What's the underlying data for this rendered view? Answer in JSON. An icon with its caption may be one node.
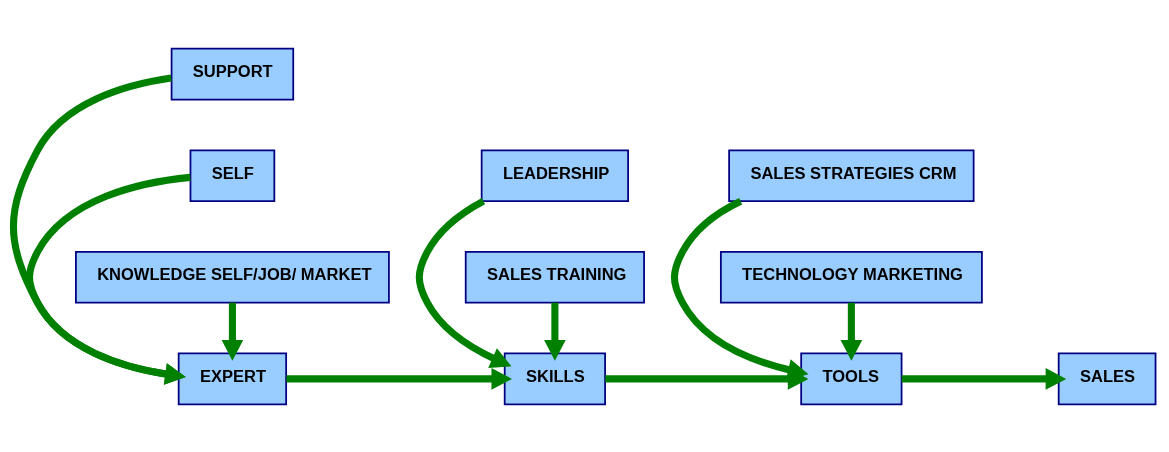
{
  "diagram": {
    "nodes": [
      {
        "text": [
          "SUPPORT"
        ]
      },
      {
        "text": [
          "LEADERSHIP"
        ]
      },
      {
        "text": [
          "SALES STRATEGIES CRM"
        ]
      },
      {
        "text": [
          "SELF"
        ]
      },
      {
        "text": [
          "EXPERT"
        ]
      },
      {
        "text": [
          "SKILLS"
        ]
      },
      {
        "text": [
          "TOOLS"
        ]
      },
      {
        "text": [
          "SALES"
        ]
      },
      {
        "text": [
          "KNOWLEDGE SELF/JOB/ MARKET"
        ]
      },
      {
        "text": [
          "SALES TRAINING"
        ]
      },
      {
        "text": [
          "TECHNOLOGY MARKETING"
        ]
      }
    ],
    "edges": [
      {
        "from": 3,
        "to": 4,
        "arrow": "to"
      },
      {
        "from": 4,
        "to": 5,
        "arrow": "to"
      },
      {
        "from": 5,
        "to": 6,
        "arrow": "to"
      },
      {
        "from": 6,
        "to": 7,
        "arrow": "to"
      },
      {
        "from": 0,
        "to": 4,
        "arrow": "to"
      },
      {
        "from": 8,
        "to": 4,
        "arrow": "to"
      },
      {
        "from": 1,
        "to": 5,
        "arrow": "to"
      },
      {
        "from": 9,
        "to": 5,
        "arrow": "to"
      },
      {
        "from": 2,
        "to": 6,
        "arrow": "to"
      },
      {
        "from": 10,
        "to": 6,
        "arrow": "to"
      }
    ]
  }
}
